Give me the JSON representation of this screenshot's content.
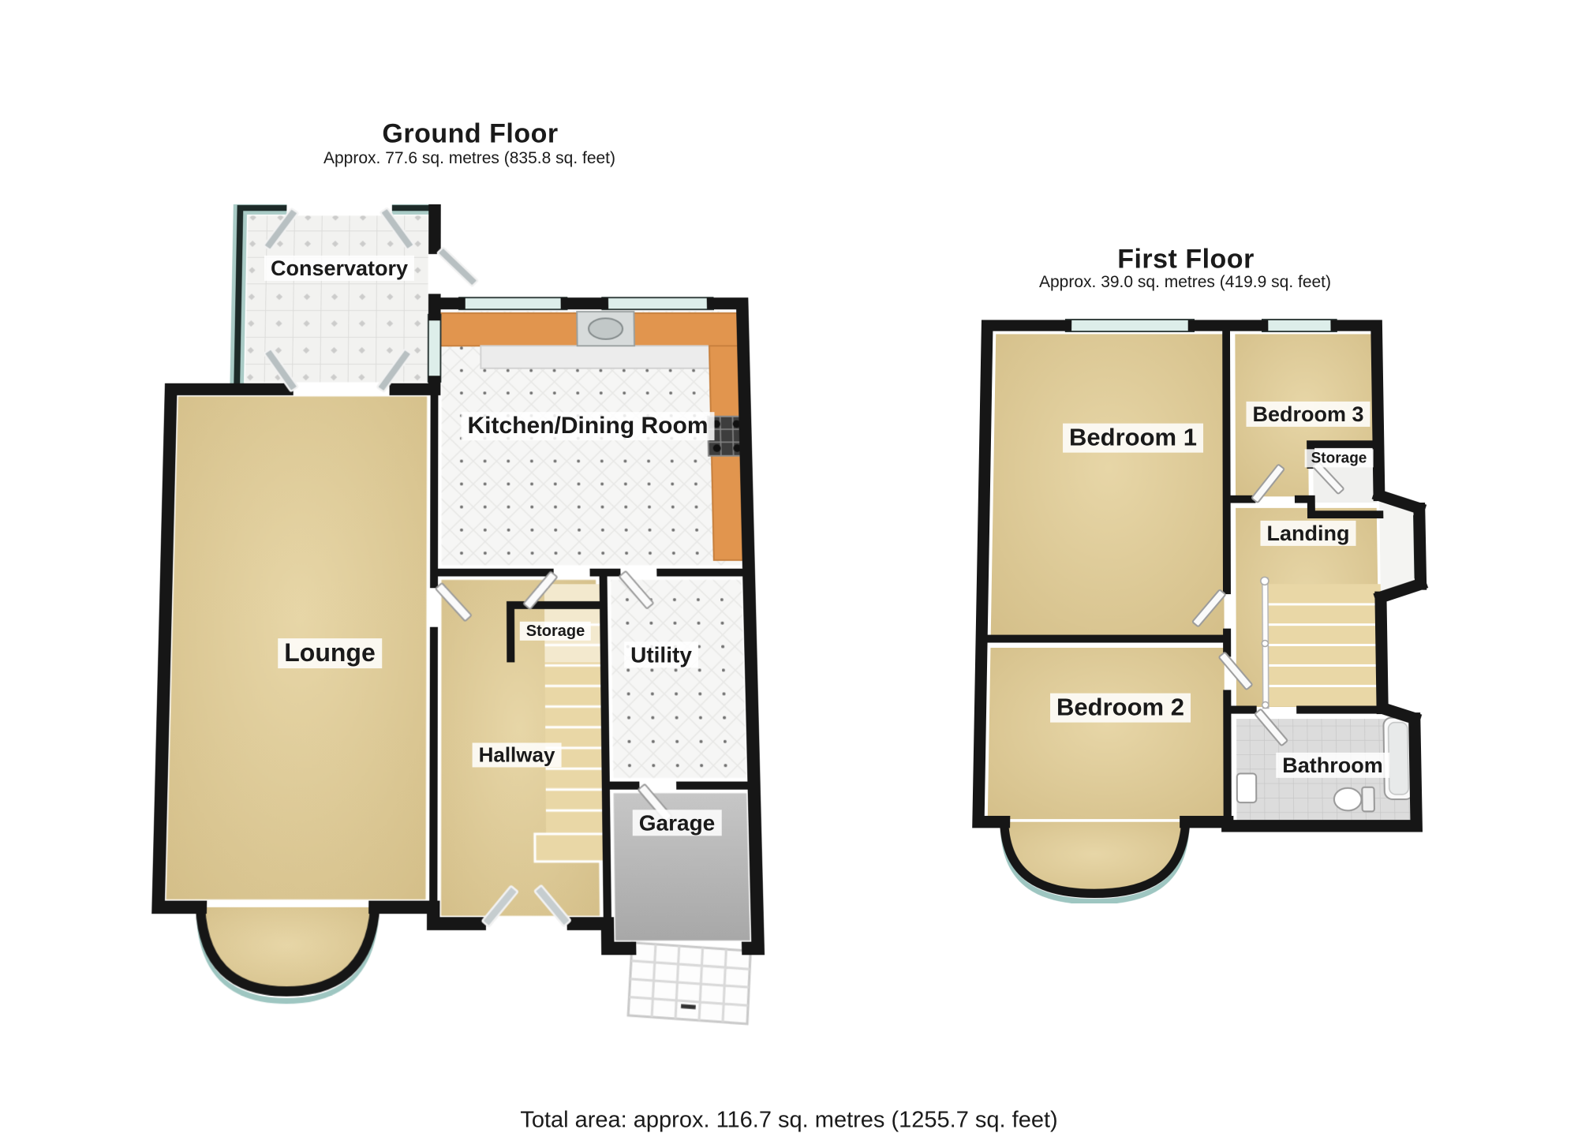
{
  "ground_floor": {
    "title": "Ground Floor",
    "subtitle": "Approx. 77.6 sq. metres (835.8 sq. feet)",
    "rooms": [
      {
        "name": "Conservatory"
      },
      {
        "name": "Kitchen/Dining Room"
      },
      {
        "name": "Lounge"
      },
      {
        "name": "Storage"
      },
      {
        "name": "Hallway"
      },
      {
        "name": "Utility"
      },
      {
        "name": "Garage"
      }
    ]
  },
  "first_floor": {
    "title": "First Floor",
    "subtitle": "Approx. 39.0 sq. metres (419.9 sq. feet)",
    "rooms": [
      {
        "name": "Bedroom 1"
      },
      {
        "name": "Bedroom 3"
      },
      {
        "name": "Storage"
      },
      {
        "name": "Landing"
      },
      {
        "name": "Bedroom 2"
      },
      {
        "name": "Bathroom"
      }
    ]
  },
  "footer": {
    "total_area": "Total area: approx. 116.7 sq. metres (1255.7 sq. feet)"
  },
  "colors": {
    "wall": "#161616",
    "carpet": "#dcc795",
    "stairs": "#e9d7a6",
    "tile_white": "#f6f6f5",
    "kitchen_counter": "#e1954e",
    "window_glass": "#ddeeea",
    "conservatory_glass_edge": "#a9cbc6",
    "garage_floor": "#b9b9b9",
    "bathroom_floor": "#dcdcdc"
  }
}
